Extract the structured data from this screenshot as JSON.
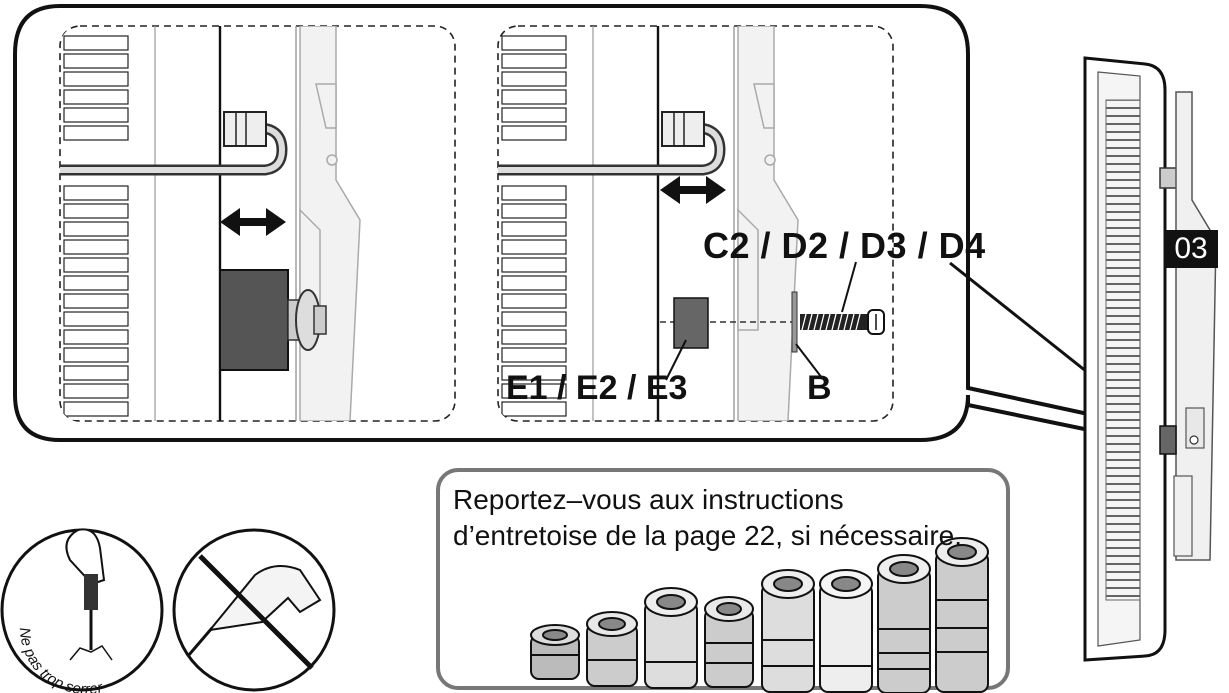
{
  "diagram": {
    "step_number": "03",
    "part_labels": {
      "screws": "C2 / D2 / D3 / D4",
      "spacers": "E1 / E2 / E3",
      "washer": "B"
    },
    "spacer_note": "Reportez–vous aux instructions d’entretoise de la page 22, si nécessaire.",
    "warning_text": "Ne pas trop serrer",
    "icons": {
      "hand_screwdriver": "hand-screwdriver-icon",
      "no_power_drill": "no-power-drill-icon",
      "double_arrow": "double-arrow-icon",
      "spacer": "spacer-icon",
      "screw": "screw-icon",
      "hdmi_cable": "cable-icon"
    }
  }
}
